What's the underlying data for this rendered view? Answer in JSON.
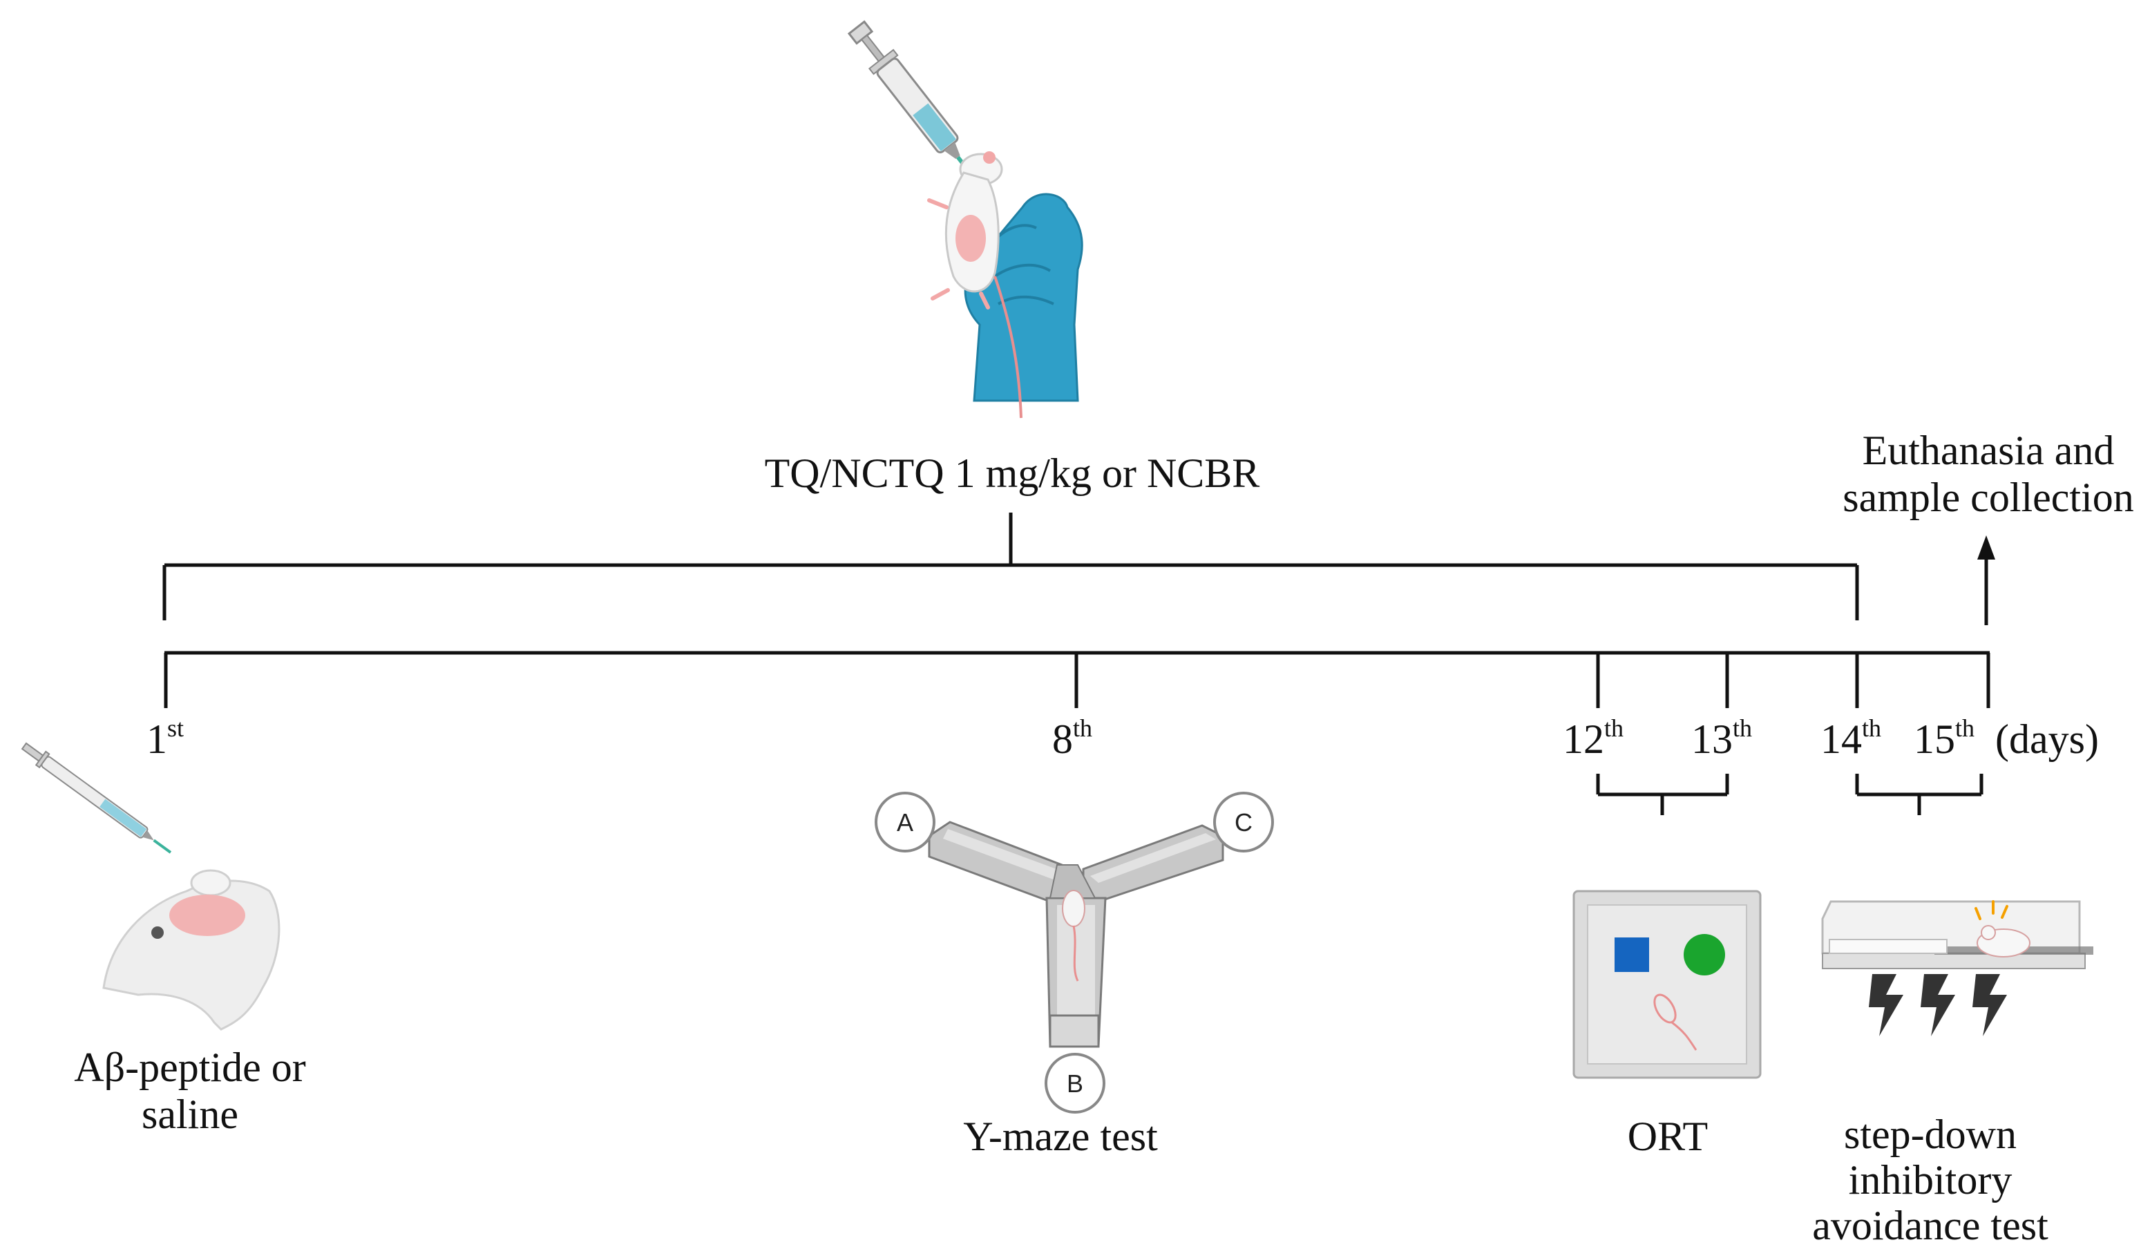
{
  "treatment": {
    "label": "TQ/NCTQ 1 mg/kg or NCBR"
  },
  "endpoint": {
    "line1": "Euthanasia and",
    "line2": "sample collection"
  },
  "days": [
    {
      "num": "1",
      "sup": "st"
    },
    {
      "num": "8",
      "sup": "th"
    },
    {
      "num": "12",
      "sup": "th"
    },
    {
      "num": "13",
      "sup": "th"
    },
    {
      "num": "14",
      "sup": "th"
    },
    {
      "num": "15",
      "sup": "th"
    }
  ],
  "days_unit": "(days)",
  "procedures": {
    "injection": {
      "line1": "Aβ-peptide or",
      "line2": "saline"
    },
    "ymaze": {
      "label": "Y-maze test",
      "arm_a": "A",
      "arm_b": "B",
      "arm_c": "C"
    },
    "ort": {
      "label": "ORT"
    },
    "stepdown": {
      "line1": "step-down",
      "line2": "inhibitory",
      "line3": "avoidance test"
    }
  },
  "colors": {
    "line": "#111111",
    "glove": "#2f9fc8",
    "ort_square": "#1565c0",
    "ort_circle": "#1aa52e",
    "mouse_pink": "#f2a7a7"
  }
}
